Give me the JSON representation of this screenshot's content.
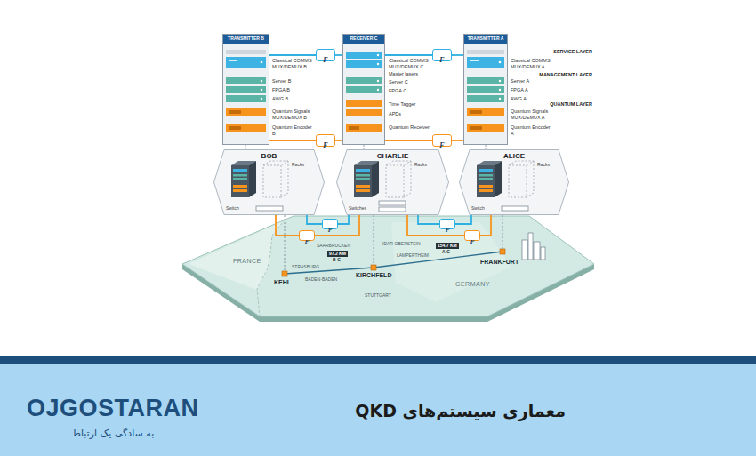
{
  "diagram": {
    "title": "معماری سیستم‌های QKD",
    "nodes": [
      {
        "text": [
          "TRANSMITTER B"
        ]
      },
      {
        "text": [
          "RECEIVER C"
        ]
      },
      {
        "text": [
          "TRANSMITTER A"
        ]
      },
      {
        "text": [
          "F"
        ]
      },
      {
        "text": [
          "F"
        ]
      },
      {
        "text": [
          "F"
        ]
      },
      {
        "text": [
          "F"
        ]
      },
      {
        "text": [
          "BOB"
        ]
      },
      {
        "text": [
          "CHARLIE"
        ]
      },
      {
        "text": [
          "ALICE"
        ]
      },
      {
        "text": [
          "F"
        ]
      },
      {
        "text": [
          "F"
        ]
      },
      {
        "text": [
          "F"
        ]
      },
      {
        "text": [
          "F"
        ]
      }
    ],
    "edges": [
      {
        "from": 0,
        "to": 3,
        "arrow": "none"
      },
      {
        "from": 3,
        "to": 1,
        "arrow": "none"
      },
      {
        "from": 1,
        "to": 4,
        "arrow": "none"
      },
      {
        "from": 4,
        "to": 2,
        "arrow": "none"
      },
      {
        "from": 0,
        "to": 5,
        "arrow": "none"
      },
      {
        "from": 5,
        "to": 1,
        "arrow": "none"
      },
      {
        "from": 1,
        "to": 6,
        "arrow": "none"
      },
      {
        "from": 6,
        "to": 2,
        "arrow": "none"
      },
      {
        "from": 0,
        "to": 7,
        "arrow": "none"
      },
      {
        "from": 1,
        "to": 8,
        "arrow": "none"
      },
      {
        "from": 2,
        "to": 9,
        "arrow": "none"
      },
      {
        "from": 7,
        "to": 10,
        "arrow": "none"
      },
      {
        "from": 10,
        "to": 8,
        "arrow": "none"
      },
      {
        "from": 8,
        "to": 11,
        "arrow": "none"
      },
      {
        "from": 11,
        "to": 9,
        "arrow": "none"
      },
      {
        "from": 7,
        "to": 12,
        "arrow": "none"
      },
      {
        "from": 12,
        "to": 8,
        "arrow": "none"
      },
      {
        "from": 8,
        "to": 13,
        "arrow": "none"
      },
      {
        "from": 13,
        "to": 9,
        "arrow": "none"
      }
    ],
    "labels": [
      "Classical COMMS MUX/DEMUX B",
      "Server B",
      "FPGA B",
      "AWG B",
      "Quantum Signals MUX/DEMUX B",
      "Quantum Encoder B",
      "Classical COMMS MUX/DEMUX C",
      "Master lasers",
      "Server C",
      "FPGA C",
      "Time Tagger",
      "APDs",
      "Quantum Receiver",
      "Classical COMMS MUX/DEMUX A",
      "Server A",
      "FPGA A",
      "AWG A",
      "Quantum Signals MUX/DEMUX A",
      "Quantum Encoder A",
      "SERVICE LAYER",
      "MANAGEMENT LAYER",
      "QUANTUM LAYER",
      "Racks",
      "Switch",
      "Racks",
      "Switches",
      "Racks",
      "Switch",
      "FRANCE",
      "SAARBRUCKEN",
      "IDAR-OBERSTEIN",
      "STRASBURG",
      "KEHL",
      "97.2 KM",
      "B-C",
      "BADEN-BADEN",
      "KIRCHFELD",
      "LAMPERTHEIM",
      "154.7 KM",
      "A-C",
      "FRANKFURT",
      "GERMANY",
      "STUTTGART",
      "OJGOSTARAN",
      "به سادگی یک ارتباط"
    ]
  }
}
